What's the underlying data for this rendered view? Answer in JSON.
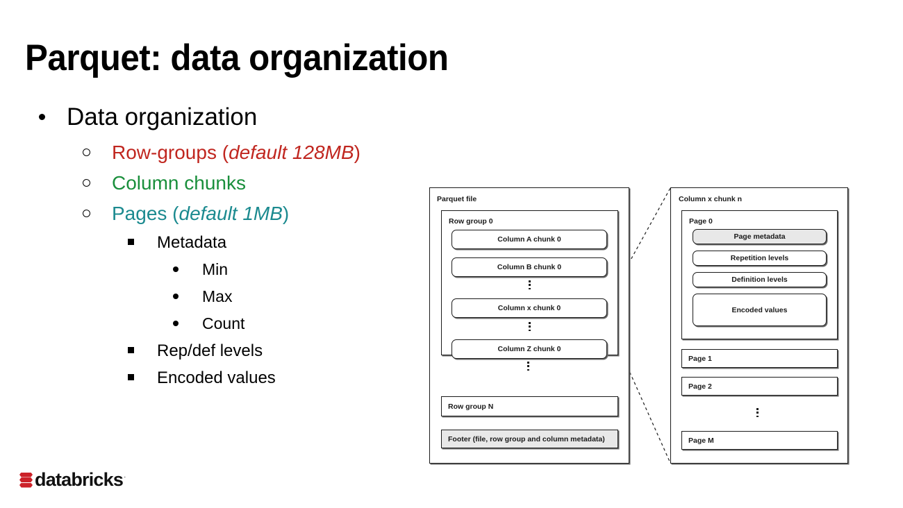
{
  "slide": {
    "title": "Parquet: data organization",
    "background_color": "#ffffff"
  },
  "colors": {
    "row_groups": "#c0261f",
    "column_chunks": "#1a8f3c",
    "pages": "#1b8a8f",
    "text": "#000000",
    "diagram_line": "#1a1a1a",
    "shaded_fill": "#e8e8e8",
    "brand_red": "#cc2229"
  },
  "bullets": {
    "level1": "Data organization",
    "row_groups": {
      "label": "Row-groups (",
      "emphasis": "default 128MB",
      "tail": ")"
    },
    "column_chunks": {
      "label": "Column chunks"
    },
    "pages": {
      "label": "Pages (",
      "emphasis": "default 1MB",
      "tail": ")"
    },
    "metadata": "Metadata",
    "metadata_items": [
      "Min",
      "Max",
      "Count"
    ],
    "rep_def_levels": "Rep/def levels",
    "encoded_values": "Encoded values"
  },
  "diagram": {
    "file_panel": {
      "title": "Parquet file",
      "row_group_0": {
        "title": "Row group 0",
        "chunks": [
          "Column A chunk 0",
          "Column B chunk 0",
          "Column x chunk 0",
          "Column Z chunk 0"
        ]
      },
      "row_group_n": "Row group N",
      "footer": "Footer (file, row group and column metadata)"
    },
    "chunk_panel": {
      "title": "Column x chunk n",
      "page_0": {
        "title": "Page 0",
        "sections": [
          "Page metadata",
          "Repetition levels",
          "Definition levels",
          "Encoded values"
        ]
      },
      "pages": [
        "Page 1",
        "Page 2",
        "Page M"
      ]
    }
  },
  "logo": {
    "wordmark": "databricks",
    "trademark": "·"
  }
}
